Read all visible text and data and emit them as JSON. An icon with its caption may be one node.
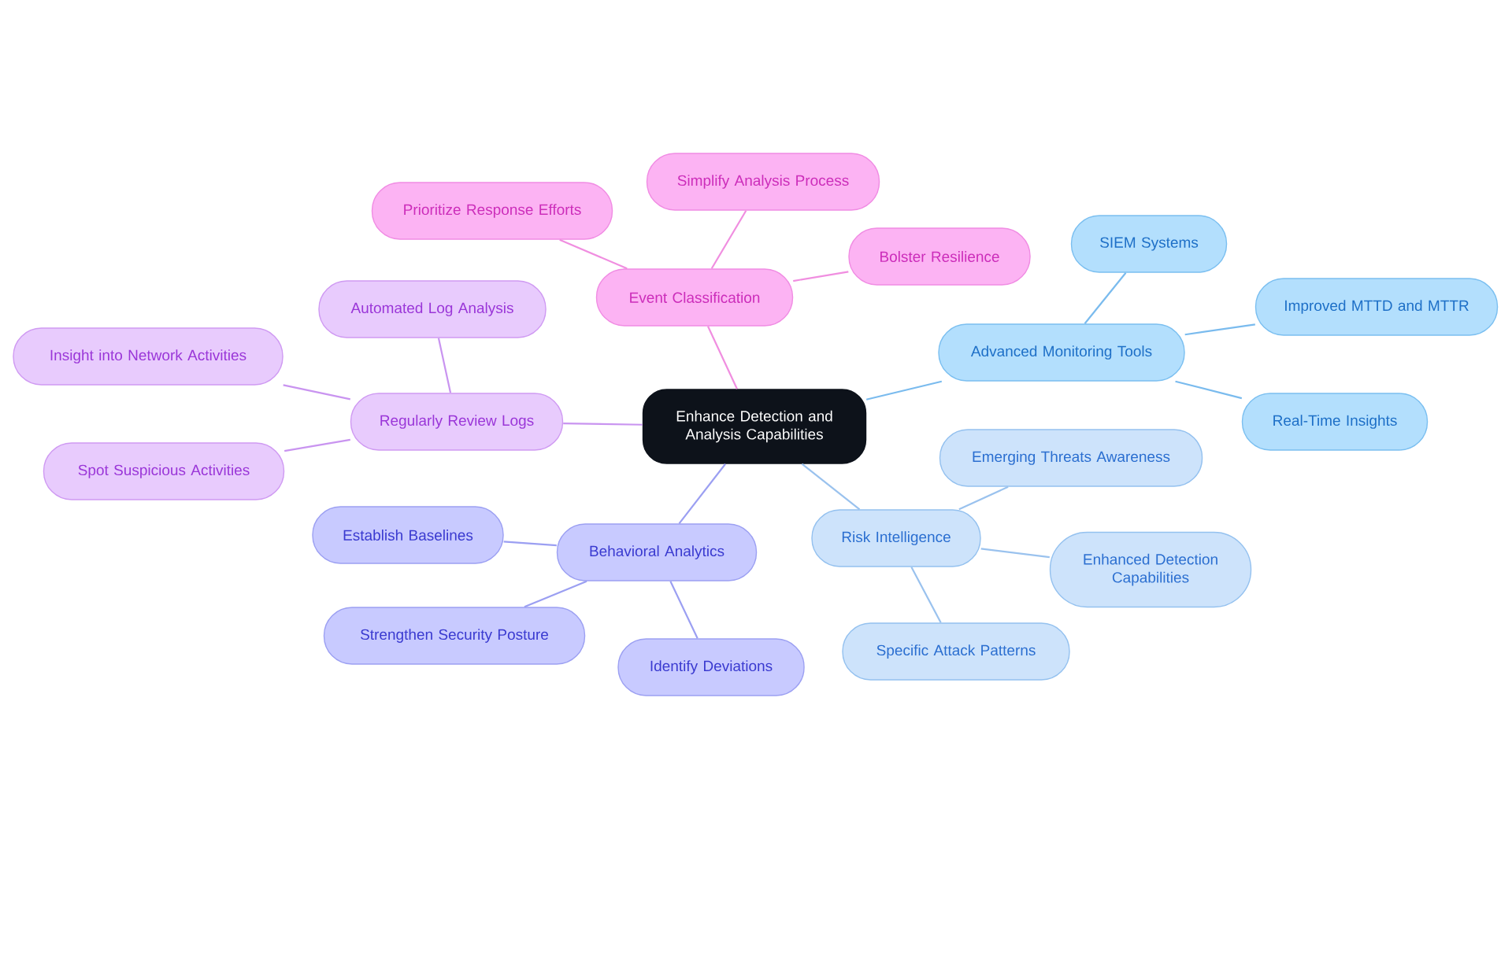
{
  "diagram": {
    "nodes": [
      {
        "text": [
          "Enhance Detection and Analysis Capabilities"
        ]
      },
      {
        "text": [
          "Event Classification"
        ]
      },
      {
        "text": [
          "Prioritize Response Efforts"
        ]
      },
      {
        "text": [
          "Simplify Analysis Process"
        ]
      },
      {
        "text": [
          "Bolster Resilience"
        ]
      },
      {
        "text": [
          "Advanced Monitoring Tools"
        ]
      },
      {
        "text": [
          "SIEM Systems"
        ]
      },
      {
        "text": [
          "Improved MTTD and MTTR"
        ]
      },
      {
        "text": [
          "Real-Time Insights"
        ]
      },
      {
        "text": [
          "Risk Intelligence"
        ]
      },
      {
        "text": [
          "Emerging Threats Awareness"
        ]
      },
      {
        "text": [
          "Enhanced Detection Capabilities"
        ]
      },
      {
        "text": [
          "Specific Attack Patterns"
        ]
      },
      {
        "text": [
          "Behavioral Analytics"
        ]
      },
      {
        "text": [
          "Establish Baselines"
        ]
      },
      {
        "text": [
          "Strengthen Security Posture"
        ]
      },
      {
        "text": [
          "Identify Deviations"
        ]
      },
      {
        "text": [
          "Regularly Review Logs"
        ]
      },
      {
        "text": [
          "Automated Log Analysis"
        ]
      },
      {
        "text": [
          "Insight into Network Activities"
        ]
      },
      {
        "text": [
          "Spot Suspicious Activities"
        ]
      }
    ],
    "edges": [
      {
        "from": 0,
        "to": 1,
        "arrow": "none",
        "color": "#f08ee0"
      },
      {
        "from": 1,
        "to": 2,
        "arrow": "none",
        "color": "#f08ee0"
      },
      {
        "from": 1,
        "to": 3,
        "arrow": "none",
        "color": "#f08ee0"
      },
      {
        "from": 1,
        "to": 4,
        "arrow": "none",
        "color": "#f08ee0"
      },
      {
        "from": 0,
        "to": 5,
        "arrow": "none",
        "color": "#7abbee"
      },
      {
        "from": 5,
        "to": 6,
        "arrow": "none",
        "color": "#7abbee"
      },
      {
        "from": 5,
        "to": 7,
        "arrow": "none",
        "color": "#7abbee"
      },
      {
        "from": 5,
        "to": 8,
        "arrow": "none",
        "color": "#7abbee"
      },
      {
        "from": 0,
        "to": 9,
        "arrow": "none",
        "color": "#9ac2ee"
      },
      {
        "from": 9,
        "to": 10,
        "arrow": "none",
        "color": "#9ac2ee"
      },
      {
        "from": 9,
        "to": 11,
        "arrow": "none",
        "color": "#9ac2ee"
      },
      {
        "from": 9,
        "to": 12,
        "arrow": "none",
        "color": "#9ac2ee"
      },
      {
        "from": 0,
        "to": 13,
        "arrow": "none",
        "color": "#9b9ff2"
      },
      {
        "from": 13,
        "to": 14,
        "arrow": "none",
        "color": "#9b9ff2"
      },
      {
        "from": 13,
        "to": 15,
        "arrow": "none",
        "color": "#9b9ff2"
      },
      {
        "from": 13,
        "to": 16,
        "arrow": "none",
        "color": "#9b9ff2"
      },
      {
        "from": 0,
        "to": 17,
        "arrow": "none",
        "color": "#c994f0"
      },
      {
        "from": 17,
        "to": 18,
        "arrow": "none",
        "color": "#c994f0"
      },
      {
        "from": 17,
        "to": 19,
        "arrow": "none",
        "color": "#c994f0"
      },
      {
        "from": 17,
        "to": 20,
        "arrow": "none",
        "color": "#c994f0"
      }
    ]
  }
}
